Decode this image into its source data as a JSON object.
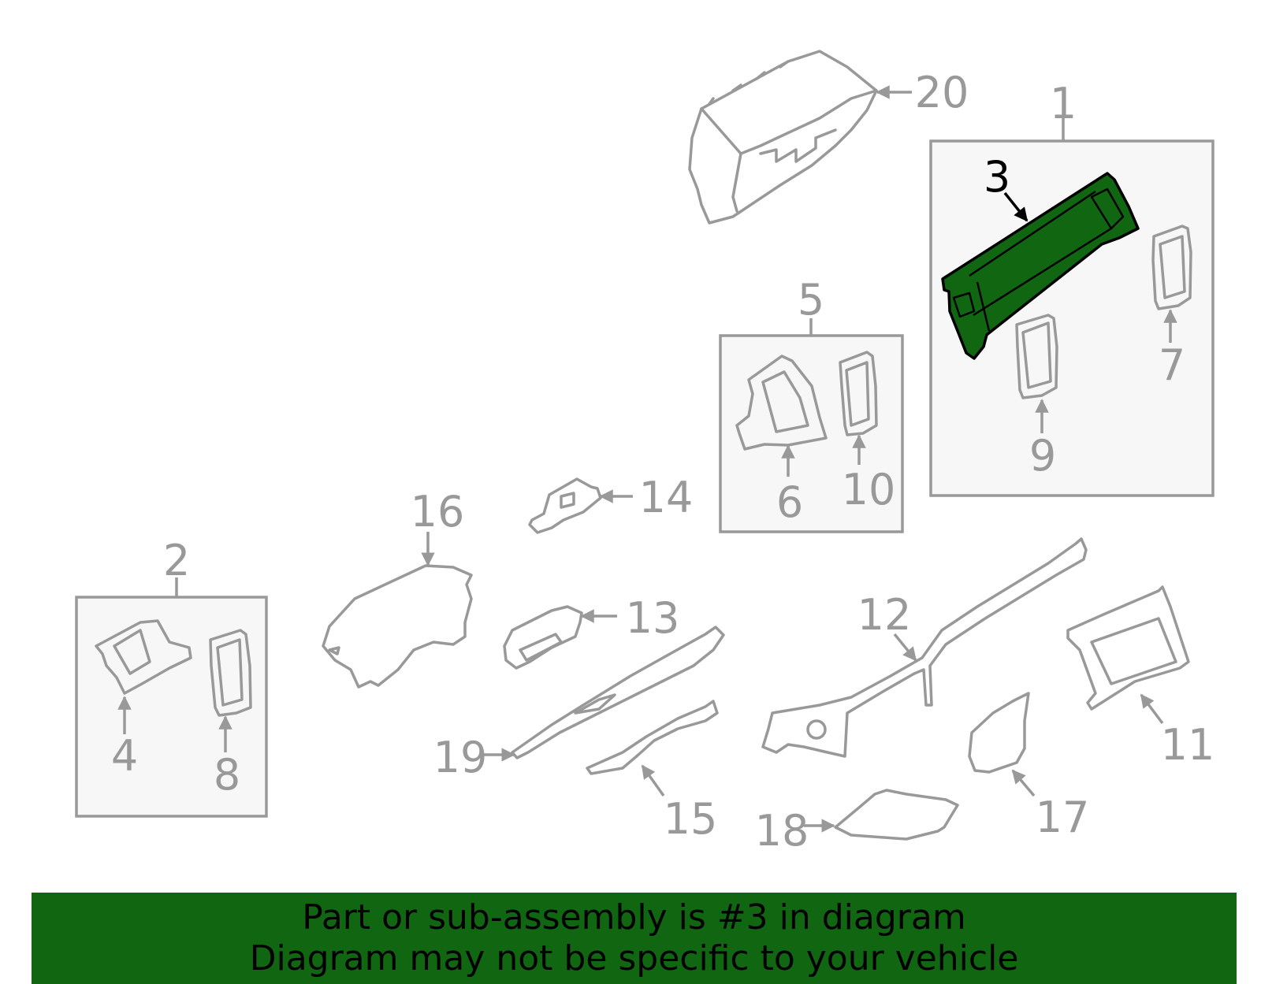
{
  "colors": {
    "highlight": "#116611",
    "line": "#999999",
    "box_fill": "#f7f7f7",
    "banner": "#116611",
    "banner_text": "#000000"
  },
  "callouts": {
    "c1": "1",
    "c2": "2",
    "c3": "3",
    "c4": "4",
    "c5": "5",
    "c6": "6",
    "c7": "7",
    "c8": "8",
    "c9": "9",
    "c10": "10",
    "c11": "11",
    "c12": "12",
    "c13": "13",
    "c14": "14",
    "c15": "15",
    "c16": "16",
    "c17": "17",
    "c18": "18",
    "c19": "19",
    "c20": "20"
  },
  "highlighted_part": "3",
  "banner": {
    "line1": "Part or sub-assembly is #3 in diagram",
    "line2": "Diagram may not be specific to your vehicle"
  }
}
